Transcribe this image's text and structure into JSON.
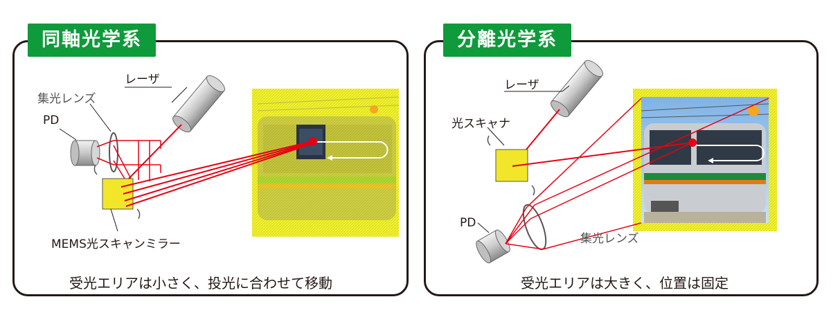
{
  "left_panel": {
    "title": "同軸光学系",
    "labels": {
      "laser": "レーザ",
      "lens": "集光レンズ",
      "pd": "PD",
      "mirror": "MEMS光スキャンミラー"
    },
    "caption": "受光エリアは小さく、投光に合わせて移動"
  },
  "right_panel": {
    "title": "分離光学系",
    "labels": {
      "laser": "レーザ",
      "scanner": "光スキャナ",
      "pd": "PD",
      "lens": "集光レンズ"
    },
    "caption": "受光エリアは大きく、位置は固定"
  },
  "colors": {
    "tag_green": "#0f9a3b",
    "beam_red": "#e60012",
    "target_yellow": "#f2f230",
    "frame": "#231815"
  }
}
